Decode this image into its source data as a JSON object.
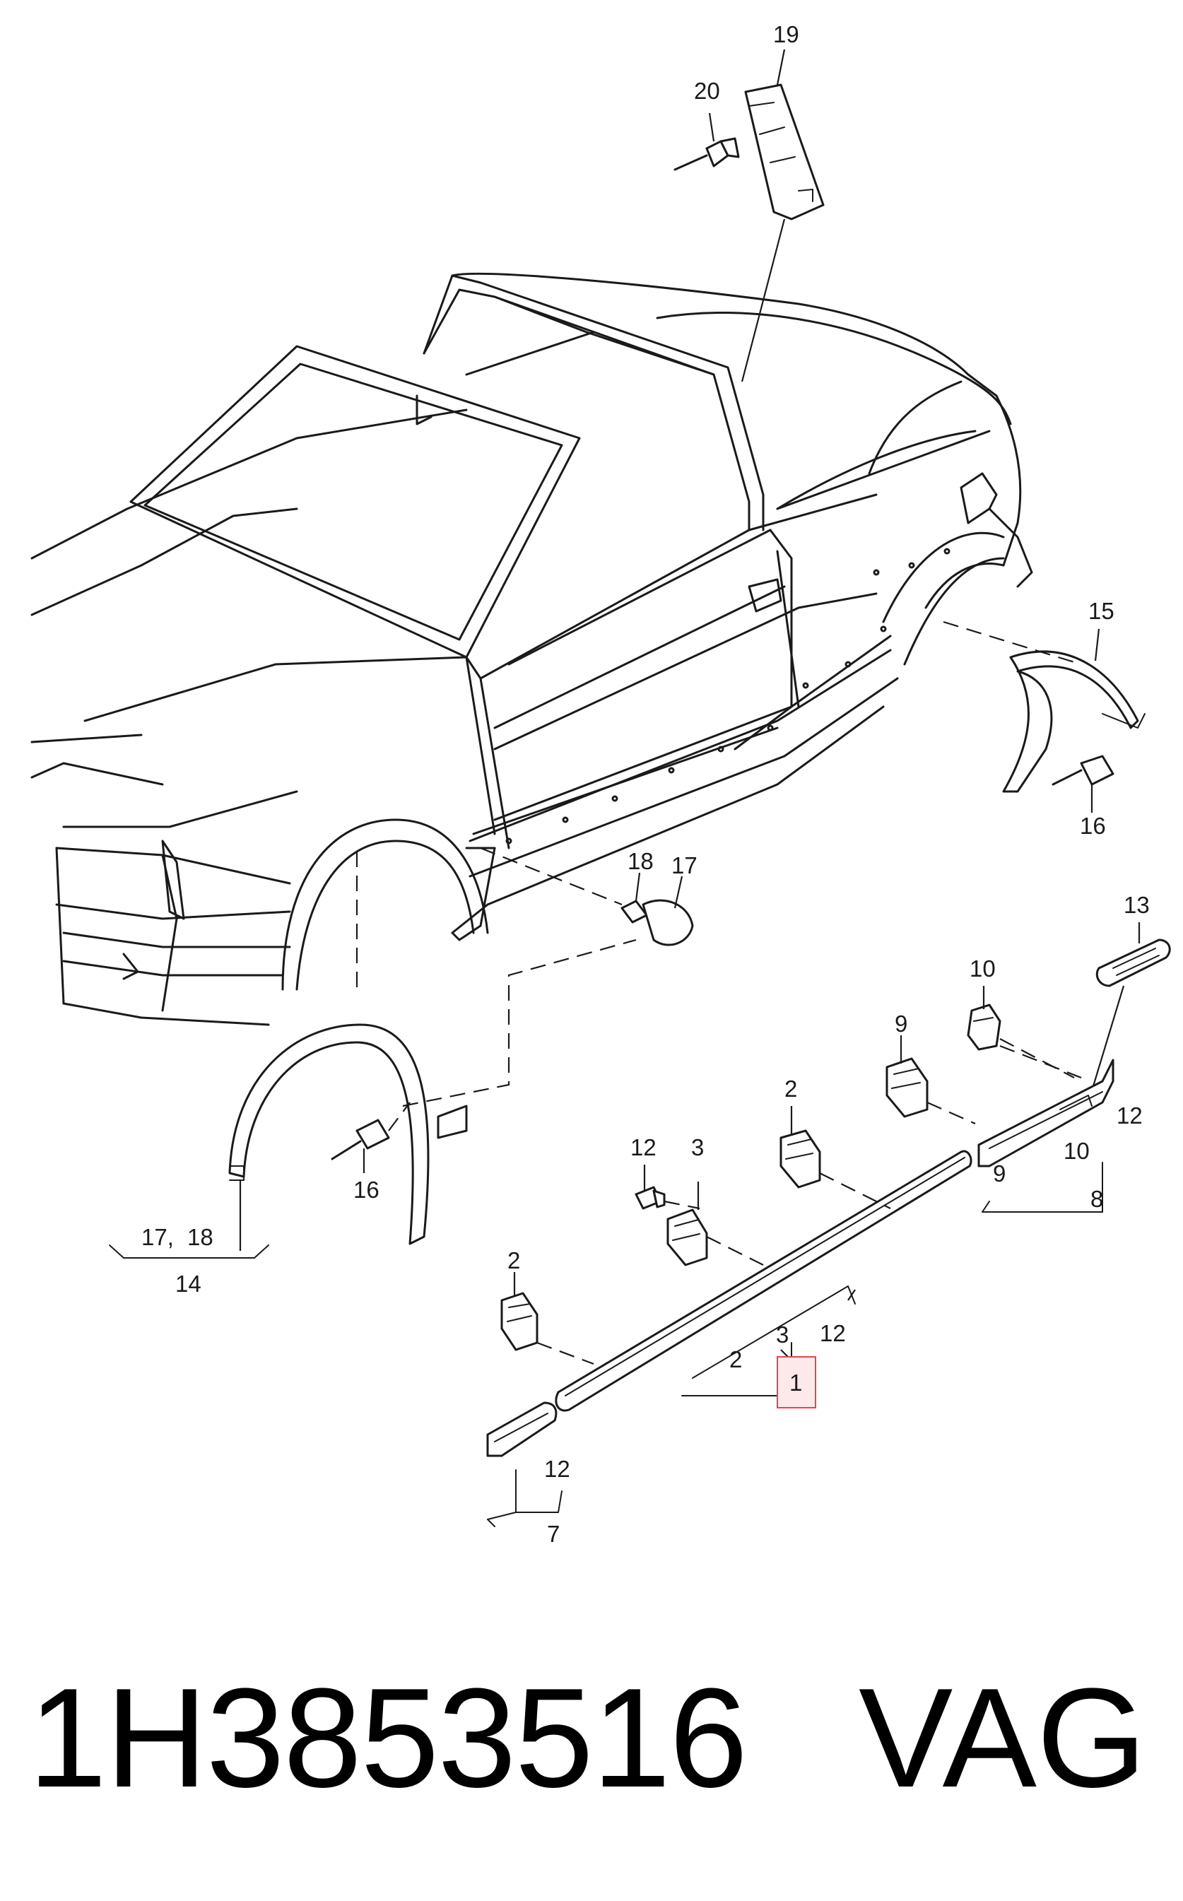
{
  "diagram": {
    "callouts": {
      "c1": "1",
      "c2a": "2",
      "c2b": "2",
      "c2c": "2",
      "c3a": "3",
      "c3b": "3",
      "c7": "7",
      "c8": "8",
      "c9a": "9",
      "c9b": "9",
      "c10a": "10",
      "c10b": "10",
      "c12a": "12",
      "c12b": "12",
      "c12c": "12",
      "c12d": "12",
      "c13": "13",
      "c14": "14",
      "c15": "15",
      "c16a": "16",
      "c16b": "16",
      "c17a": "17",
      "c17b": "17,",
      "c18a": "18",
      "c18b": "18",
      "c19": "19",
      "c20": "20"
    },
    "highlight_color": "#e8424f"
  },
  "footer": {
    "part_number": "1H3853516",
    "brand": "VAG"
  }
}
